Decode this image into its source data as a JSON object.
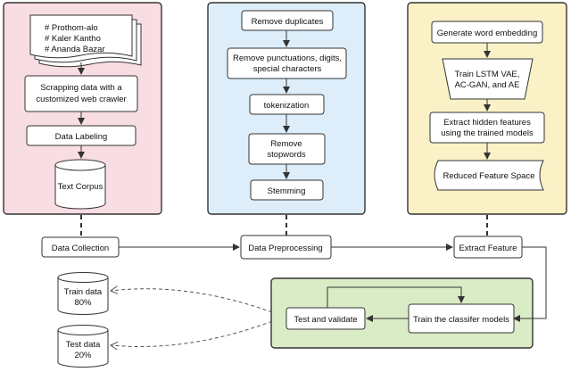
{
  "colors": {
    "panel_collection": "#f8dde3",
    "panel_preprocessing": "#ddeefa",
    "panel_feature": "#fbf1c7",
    "panel_classifier": "#d9ecc6",
    "stroke": "#333333",
    "dashed": "#555555",
    "node_fill": "#ffffff"
  },
  "collection": {
    "sources": [
      "# Prothom-alo",
      "# Kaler Kantho",
      "# Ananda Bazar"
    ],
    "scrape": [
      "Scrapping data with a",
      "customized web crawler"
    ],
    "labeling": "Data Labeling",
    "corpus": "Text Corpus"
  },
  "preprocessing": {
    "dup": "Remove duplicates",
    "punct": [
      "Remove punctuations, digits,",
      "special characters"
    ],
    "token": "tokenization",
    "stop": [
      "Remove",
      "stopwords"
    ],
    "stem": "Stemming"
  },
  "feature": {
    "embed": "Generate word embedding",
    "train": [
      "Train LSTM VAE,",
      "AC-GAN, and AE"
    ],
    "extract": [
      "Extract hidden features",
      "using the trained models"
    ],
    "reduced": "Reduced Feature Space"
  },
  "stages": {
    "collection": "Data Collection",
    "preprocessing": "Data Preprocessing",
    "extract": "Extract Feature"
  },
  "classifier": {
    "test": "Test and validate",
    "train": "Train the classifer models"
  },
  "split": {
    "train": [
      "Train data",
      "80%"
    ],
    "test": [
      "Test data",
      "20%"
    ]
  }
}
